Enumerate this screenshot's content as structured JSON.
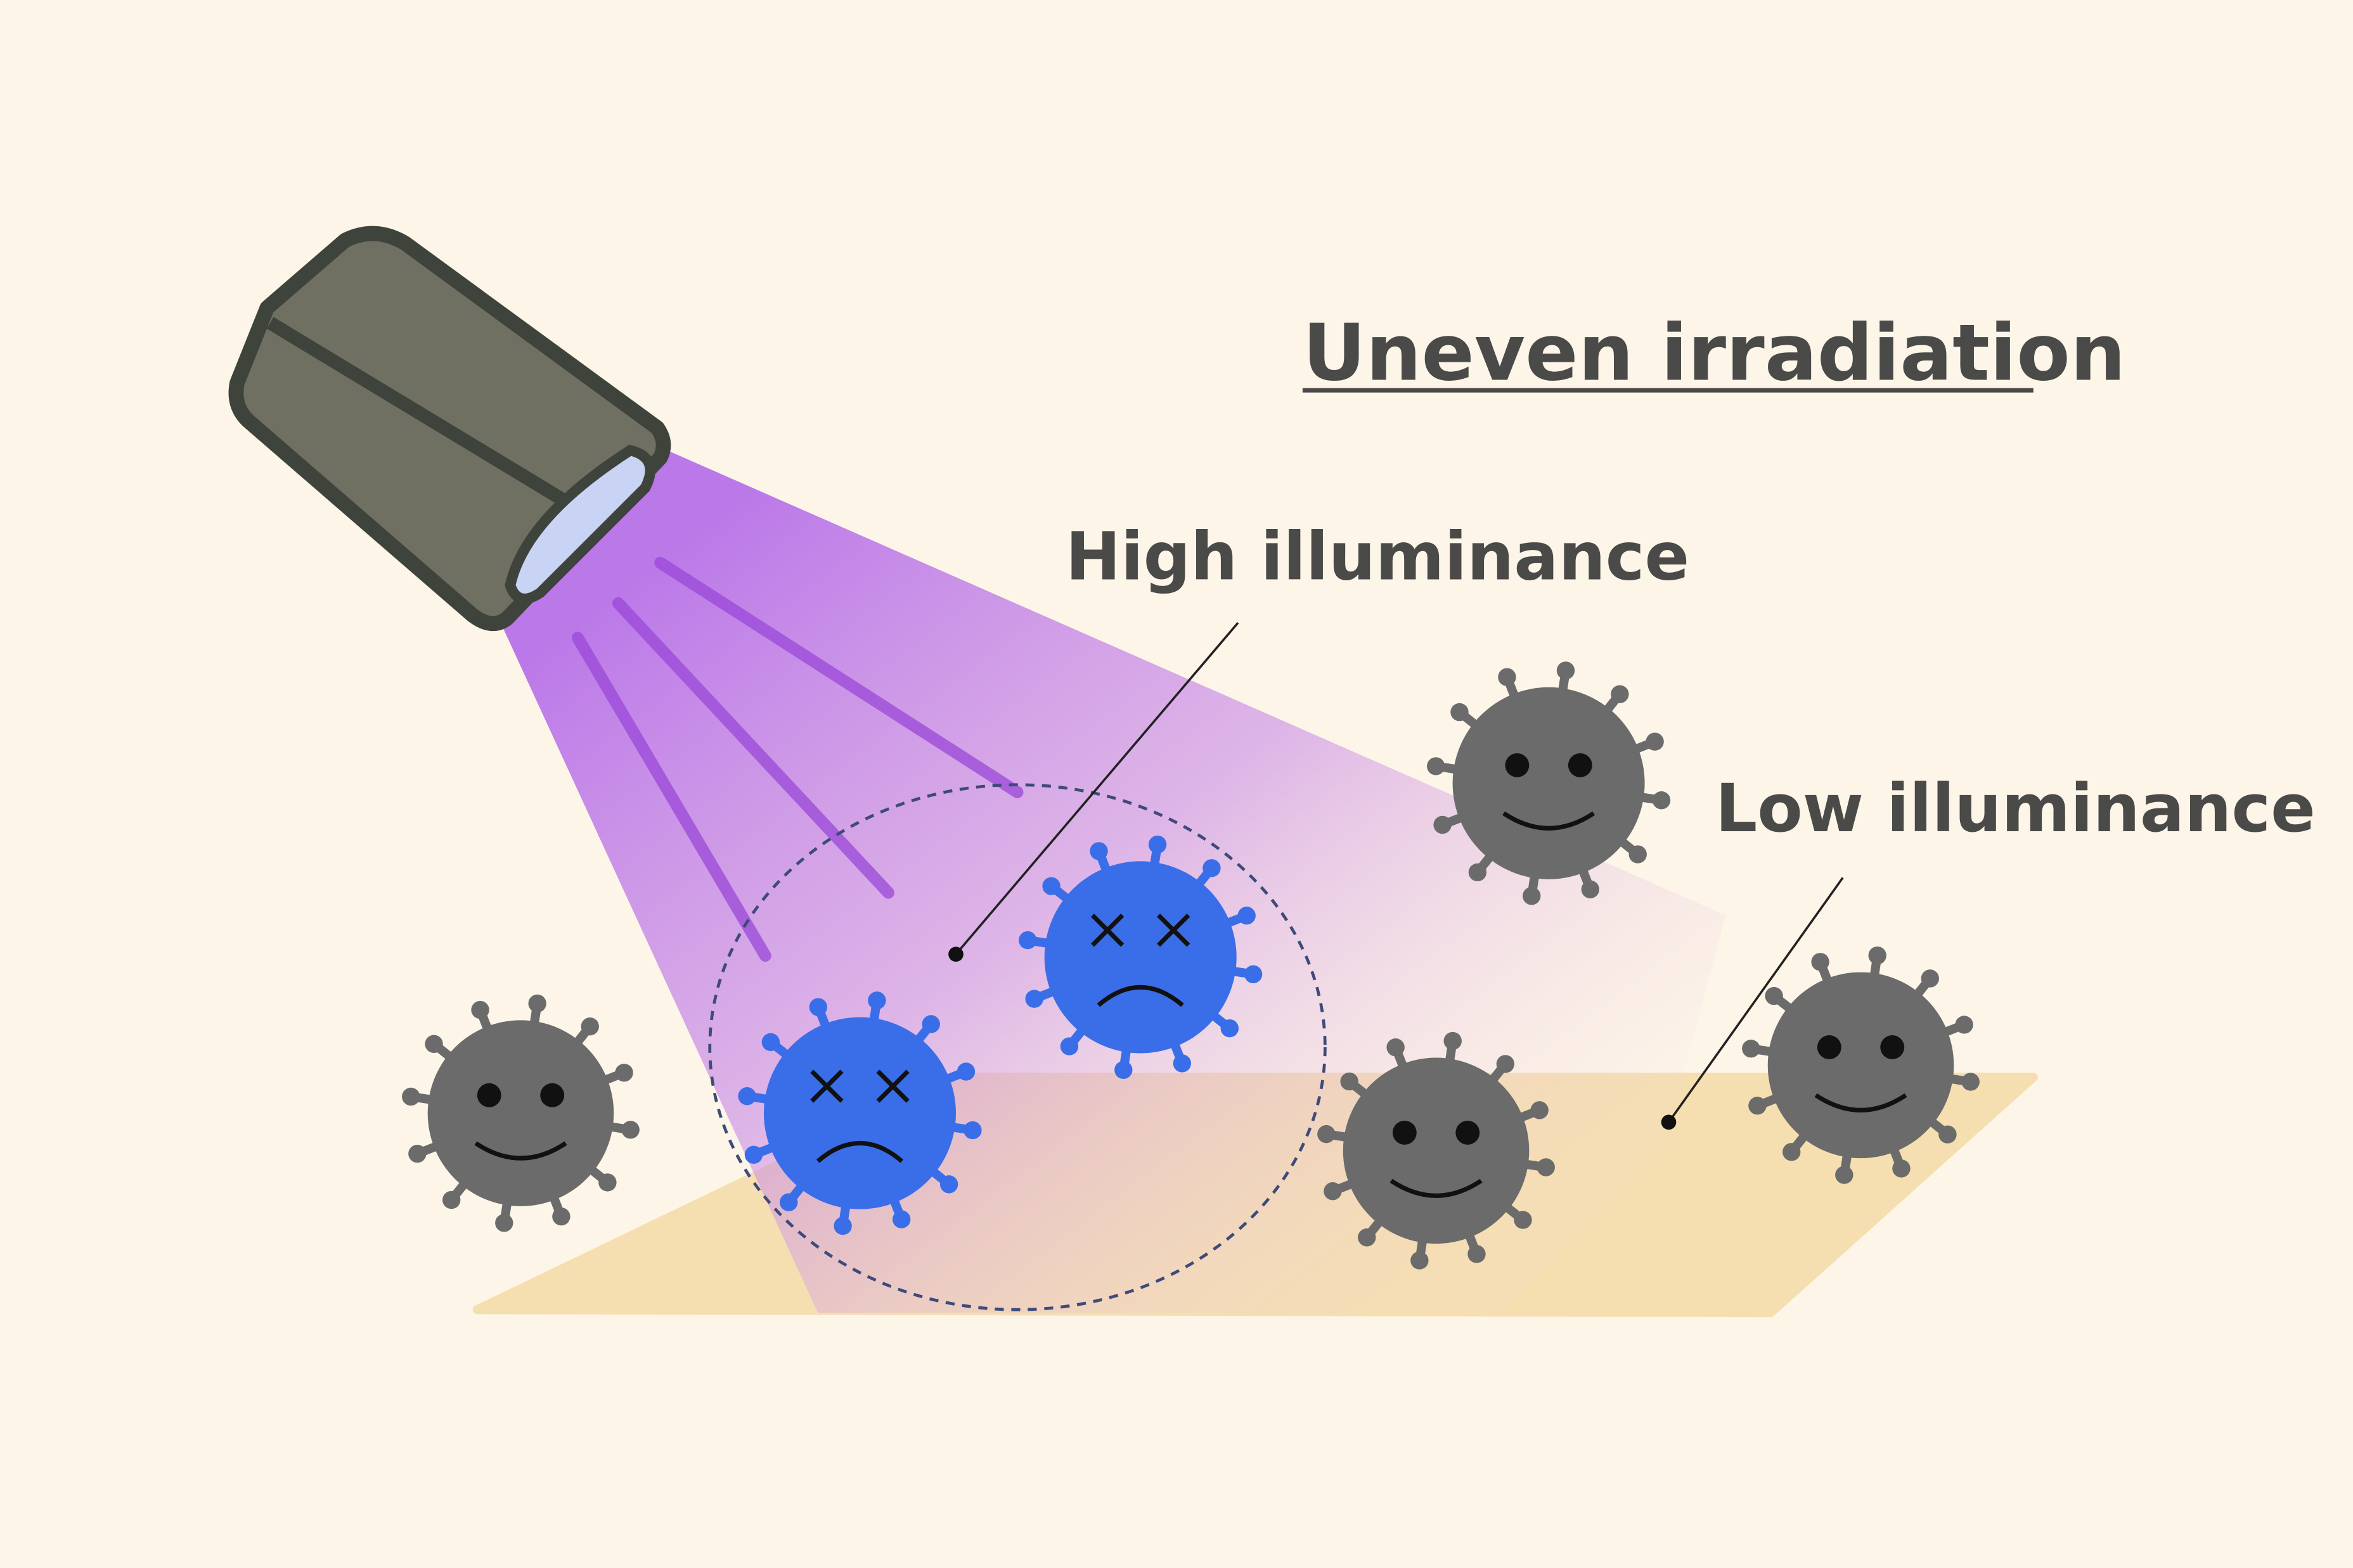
{
  "title": "Uneven irradiation",
  "labels": {
    "high": "High illuminance",
    "low": "Low illuminance"
  },
  "colors": {
    "background": "#fdf6e8",
    "beam": "#b36ae8",
    "floor": "#f5deb0",
    "virus_alive": "#6b6b6b",
    "virus_dead": "#3a6ee8",
    "lamp_body": "#6f6f62",
    "text": "#4a4a48"
  },
  "viruses": [
    {
      "state": "alive"
    },
    {
      "state": "alive"
    },
    {
      "state": "alive"
    },
    {
      "state": "alive"
    },
    {
      "state": "dead"
    },
    {
      "state": "dead"
    }
  ]
}
